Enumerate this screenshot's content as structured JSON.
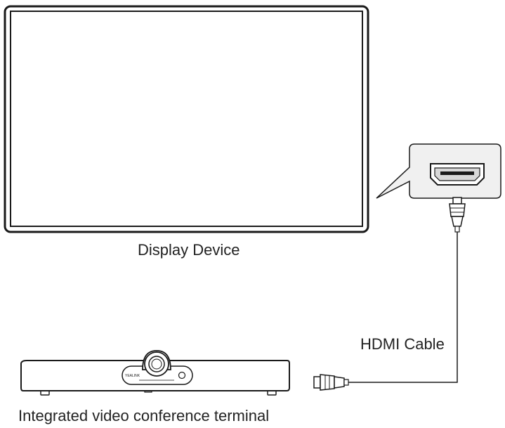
{
  "labels": {
    "display_device": "Display Device",
    "hdmi_cable": "HDMI Cable",
    "terminal": "Integrated video conference terminal",
    "terminal_brand": "YEALINK"
  },
  "colors": {
    "stroke": "#1a1a1a",
    "callout_fill": "#f0f0f0",
    "port_fill": "#d8d8d8"
  }
}
